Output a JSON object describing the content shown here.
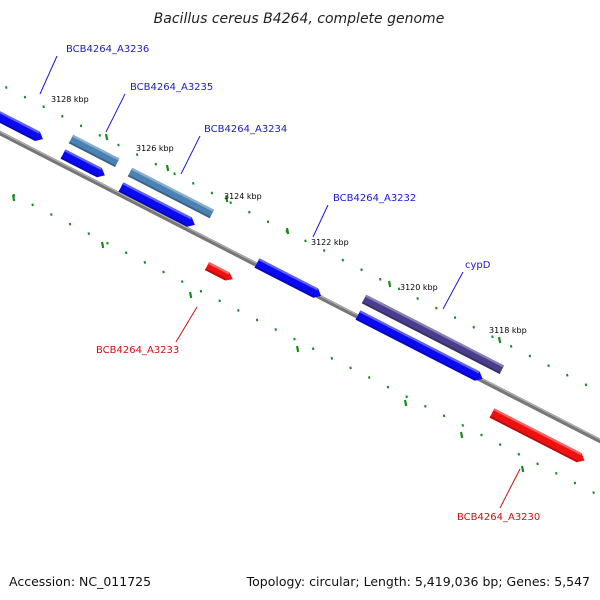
{
  "title": "Bacillus cereus B4264, complete genome",
  "footer": {
    "accession": "Accession: NC_011725",
    "summary": "Topology: circular; Length: 5,419,036 bp; Genes: 5,547"
  },
  "colors": {
    "forward_gene": "#0a0af0",
    "forward_label": "#1a1ad2",
    "reverse_gene": "#ee1111",
    "reverse_label": "#cc1111",
    "cds_light": "#4a82b4",
    "cds_dark": "#4a3d8c",
    "backbone": "#777777",
    "tick": "#1a8a1a"
  },
  "scale": {
    "unit": "kbp",
    "tick_labels": [
      "3128 kbp",
      "3126 kbp",
      "3124 kbp",
      "3122 kbp",
      "3120 kbp",
      "3118 kbp"
    ]
  },
  "genes": [
    {
      "name": "BCB4264_A3236",
      "strand": "forward"
    },
    {
      "name": "BCB4264_A3235",
      "strand": "forward"
    },
    {
      "name": "BCB4264_A3234",
      "strand": "forward"
    },
    {
      "name": "BCB4264_A3232",
      "strand": "forward"
    },
    {
      "name": "cypD",
      "strand": "forward"
    },
    {
      "name": "BCB4264_A3233",
      "strand": "reverse"
    },
    {
      "name": "BCB4264_A3230",
      "strand": "reverse"
    }
  ]
}
